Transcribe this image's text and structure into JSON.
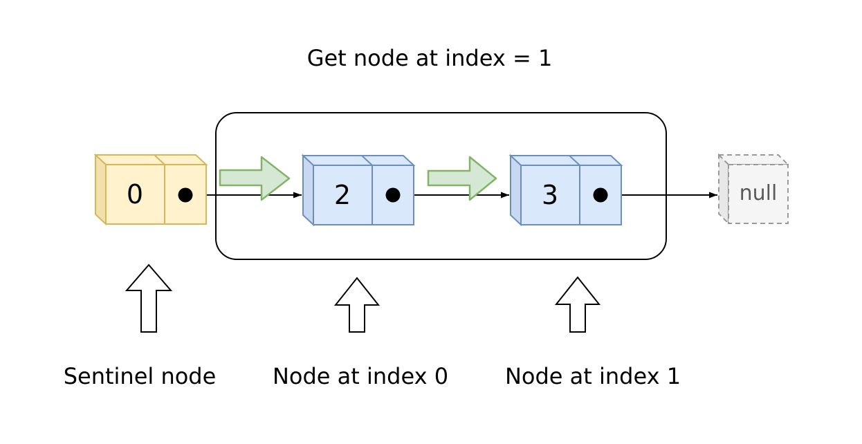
{
  "title": "Get node at index = 1",
  "list": {
    "sentinel": {
      "value": "0",
      "caption": "Sentinel node"
    },
    "nodes": [
      {
        "value": "2",
        "caption": "Node at index 0"
      },
      {
        "value": "3",
        "caption": "Node at index 1"
      }
    ],
    "terminator_label": "null"
  },
  "icons": {
    "traverse_arrow": "green-block-arrow-right",
    "pointer_marker": "filled-black-dot",
    "callout_arrow": "outline-block-arrow-up"
  },
  "colors": {
    "sentinel_fill": "#FFF2CC",
    "sentinel_side": "#F0E0AC",
    "sentinel_stroke": "#D6B656",
    "node_fill": "#DAE8FC",
    "node_side": "#C8D8F0",
    "node_stroke": "#6C8EBF",
    "terminator_fill": "#F5F5F5",
    "terminator_side": "#E8E8E8",
    "terminator_stroke": "#999999",
    "terminator_text": "#595959",
    "traverse_arrow_fill": "#D5E8D4",
    "traverse_arrow_stroke": "#82B366",
    "ink": "#000000"
  }
}
